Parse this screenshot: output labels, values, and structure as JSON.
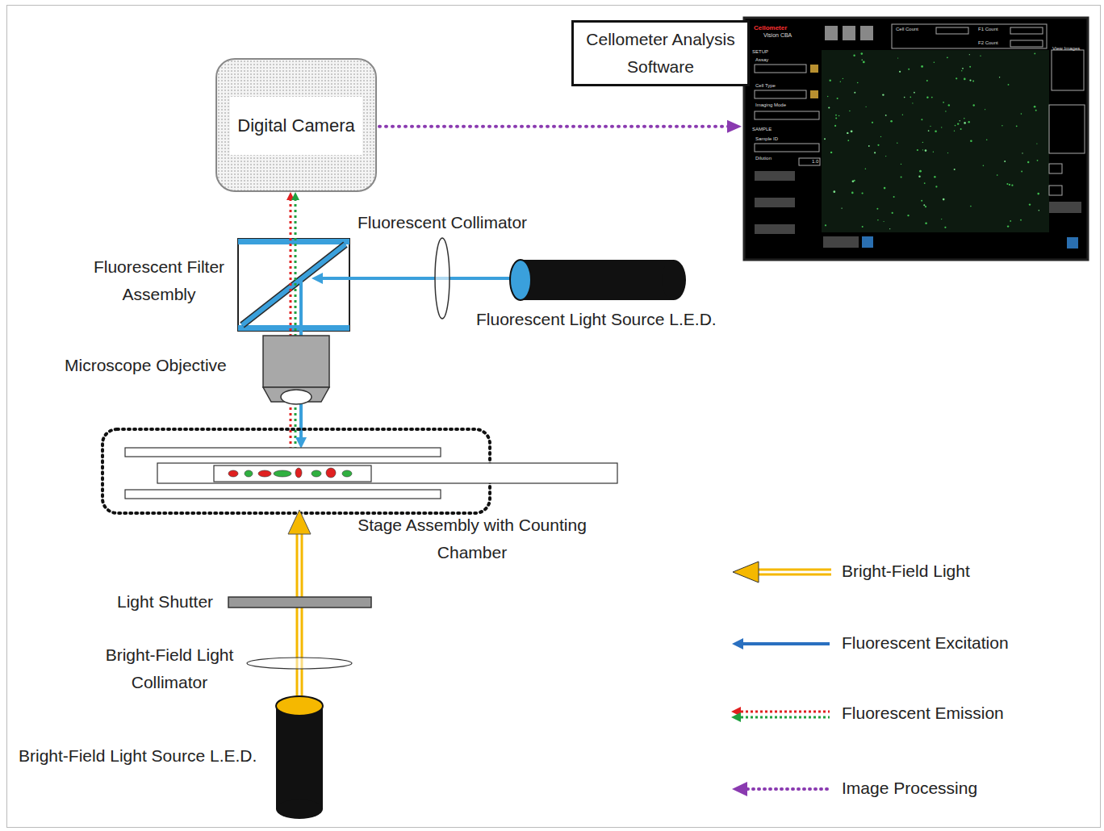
{
  "diagram": {
    "nodes": [
      {
        "text": [
          "Digital Camera"
        ]
      },
      {
        "text": [
          "Cellometer Analysis Software"
        ]
      },
      {
        "text": [
          "Cellometer",
          "Vision CBA",
          "Cell Count",
          "F1 Count",
          "F2 Count",
          "SETUP",
          "Assay",
          "Cell Type",
          "Imaging Mode",
          "SAMPLE",
          "Sample ID",
          "Dilution",
          "1.0",
          "View Images"
        ]
      }
    ],
    "edges": [
      {
        "from": 0,
        "to": 2,
        "arrow": "to"
      }
    ],
    "labels": [
      "Fluorescent Collimator",
      "Fluorescent Filter Assembly",
      "Fluorescent Light Source L.E.D.",
      "Microscope Objective",
      "Stage Assembly with Counting Chamber",
      "Light Shutter",
      "Bright-Field Light Collimator",
      "Bright-Field Light Source L.E.D."
    ],
    "legend": [
      {
        "text": "Bright-Field Light"
      },
      {
        "text": "Fluorescent Excitation"
      },
      {
        "text": "Fluorescent Emission"
      },
      {
        "text": "Image Processing"
      }
    ]
  }
}
